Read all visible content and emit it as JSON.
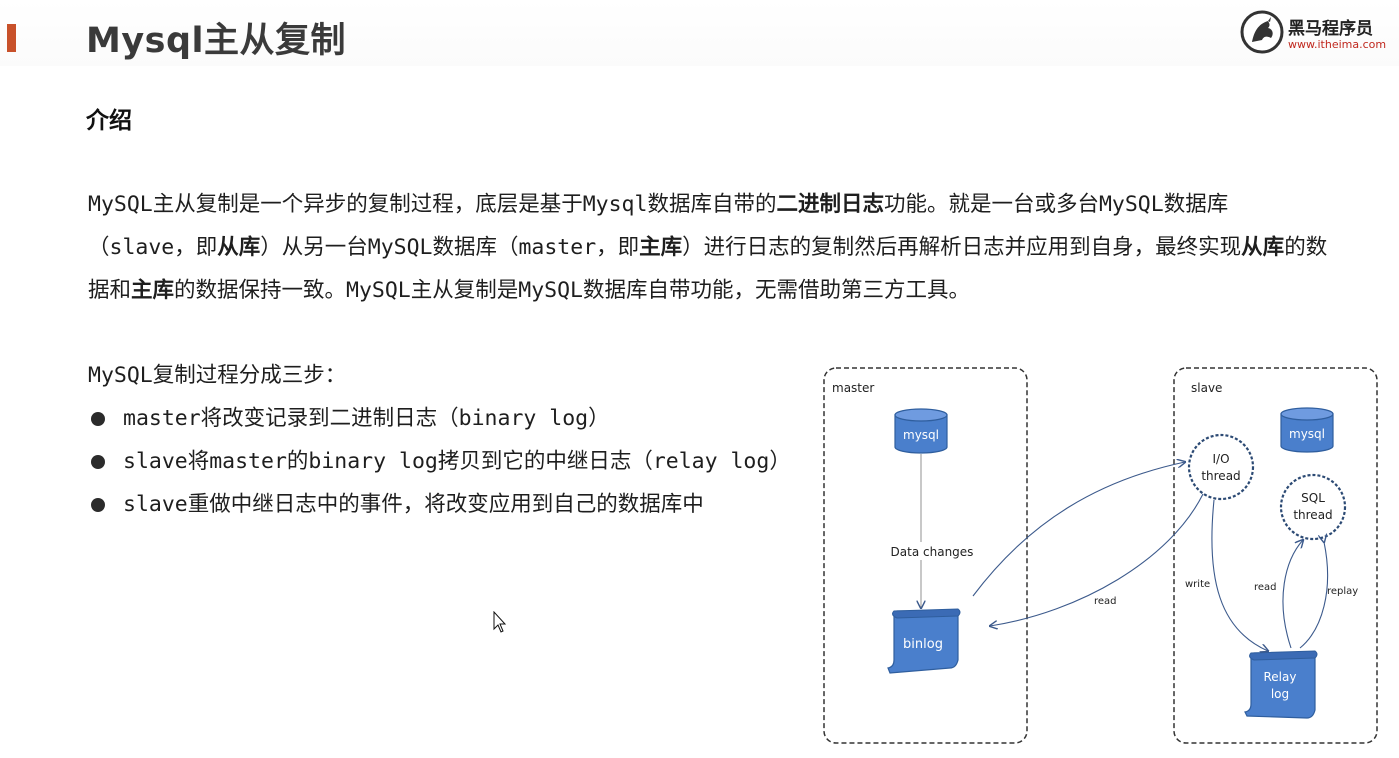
{
  "slide": {
    "title": "Mysql主从复制",
    "logo": {
      "name": "黑马程序员",
      "url": "www.itheima.com"
    },
    "section_heading": "介绍",
    "intro": {
      "p1": "MySQL主从复制是一个异步的复制过程，底层是基于Mysql数据库自带的",
      "b1": "二进制日志",
      "p2": "功能。就是一台或多台MySQL数据库（slave，即",
      "b2": "从库",
      "p3": "）从另一台MySQL数据库（master，即",
      "b3": "主库",
      "p4": "）进行日志的复制然后再解析日志并应用到自身，最终实现",
      "b4": "从库",
      "p5": "的数据和",
      "b5": "主库",
      "p6": "的数据保持一致。MySQL主从复制是MySQL数据库自带功能，无需借助第三方工具。"
    },
    "steps_title": "MySQL复制过程分成三步：",
    "steps": [
      "master将改变记录到二进制日志（binary log）",
      "slave将master的binary log拷贝到它的中继日志（relay log）",
      "slave重做中继日志中的事件，将改变应用到自己的数据库中"
    ]
  },
  "diagram": {
    "master_label": "master",
    "slave_label": "slave",
    "master_db": "mysql",
    "slave_db": "mysql",
    "data_changes": "Data changes",
    "binlog": "binlog",
    "io_thread": [
      "I/O",
      "thread"
    ],
    "sql_thread": [
      "SQL",
      "thread"
    ],
    "relay_log": [
      "Relay",
      "log"
    ],
    "read_binlog": "read",
    "write": "write",
    "read_relay": "read",
    "replay": "replay"
  },
  "colors": {
    "accent": "#c8512a",
    "db_blue": "#4a7fcc",
    "db_border": "#2f5e9e",
    "arrow": "#3c5a8c",
    "logo_red": "#c0281e"
  }
}
